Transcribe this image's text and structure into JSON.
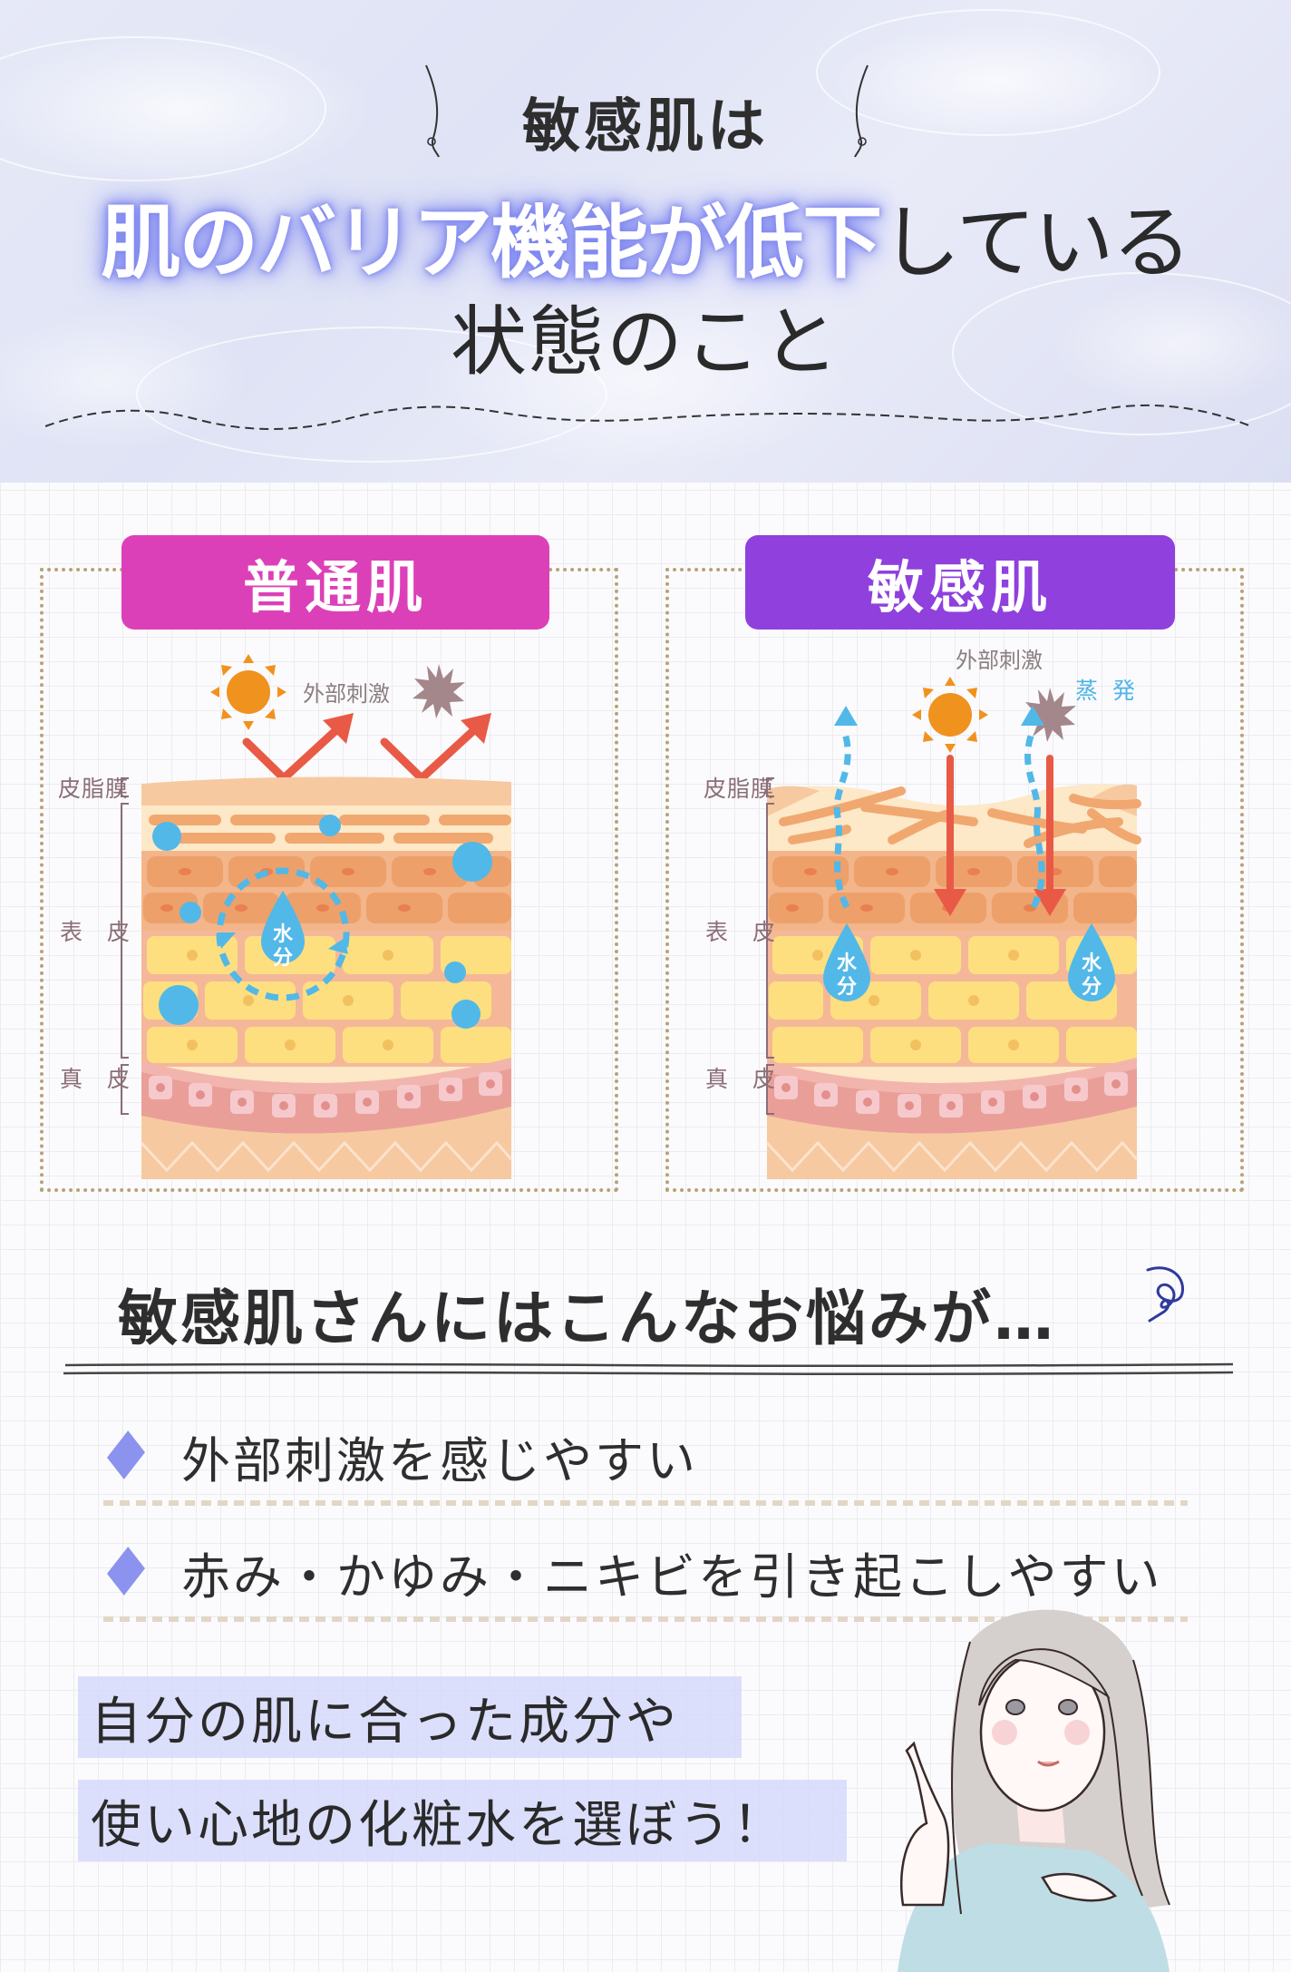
{
  "header": {
    "intro": "敏感肌は",
    "headline_highlight": "肌のバリア機能が低下",
    "headline_rest": "している",
    "headline_line2": "状態のこと"
  },
  "comparison": {
    "normal": {
      "title": "普通肌",
      "title_color": "#dc40b8",
      "external_stimulus_label": "外部刺激",
      "moisture_label": [
        "水",
        "分"
      ],
      "layers": {
        "sebum": "皮脂膜",
        "epidermis": "表　皮",
        "dermis": "真　皮"
      },
      "icons": [
        "sun-icon",
        "irritant-burst-icon",
        "deflect-arrow-icon",
        "moisture-cycle-icon"
      ]
    },
    "sensitive": {
      "title": "敏感肌",
      "title_color": "#8f40dd",
      "external_stimulus_label": "外部刺激",
      "evaporation_label": "蒸 発",
      "moisture_label": [
        "水",
        "分"
      ],
      "layers": {
        "sebum": "皮脂膜",
        "epidermis": "表　皮",
        "dermis": "真　皮"
      },
      "icons": [
        "sun-icon",
        "irritant-burst-icon",
        "penetrate-arrow-icon",
        "evaporation-arrow-icon"
      ]
    }
  },
  "troubles": {
    "title": "敏感肌さんにはこんなお悩みが…",
    "items": [
      {
        "text": "外部刺激を感じやすい"
      },
      {
        "text": "赤み・かゆみ・ニキビを引き起こしやすい"
      }
    ],
    "bullet_color": "#8b93ee"
  },
  "cta": {
    "lines": [
      "自分の肌に合った成分や",
      "使い心地の化粧水を選ぼう！"
    ],
    "highlight_color": "#d6d9fa"
  },
  "colors": {
    "arrow_red": "#e85a45",
    "water_blue": "#52b8e8",
    "sun_orange": "#f0921e",
    "irritant_mauve": "#a4878a",
    "dotted_border": "#b8a276"
  }
}
